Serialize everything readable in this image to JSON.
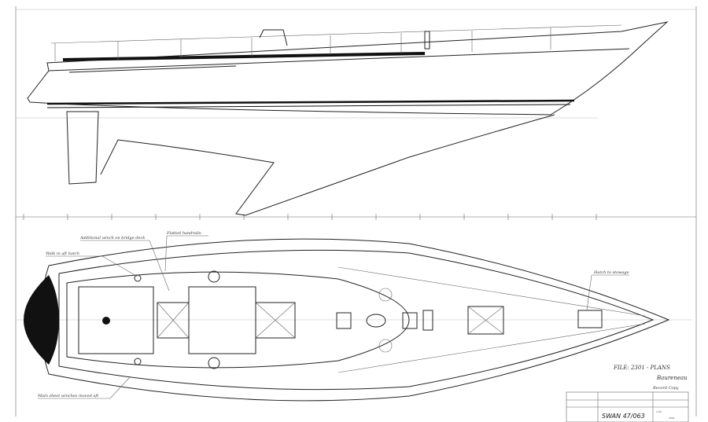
{
  "drawing": {
    "model": "SWAN 47/063",
    "annotations": {
      "bridge_deck_winch": "Additional winch on bridge deck",
      "aft_hatch": "Walk in aft hatch",
      "handrails": "Flatted handrails",
      "sheet_winches": "Main sheet winches moved aft",
      "anchor_locker": "Hatch to stowage"
    },
    "file_note": "FILE: 2301 - PLANS",
    "signature": "Baureneau",
    "copy_note": "Record Copy",
    "title_block": {
      "drawing_no": "SWAN 47/063",
      "scale": "1:20",
      "sheet_ref": "2301"
    },
    "colors": {
      "ink": "#222222",
      "paper": "#ffffff",
      "grid": "#bbbbbb"
    }
  }
}
